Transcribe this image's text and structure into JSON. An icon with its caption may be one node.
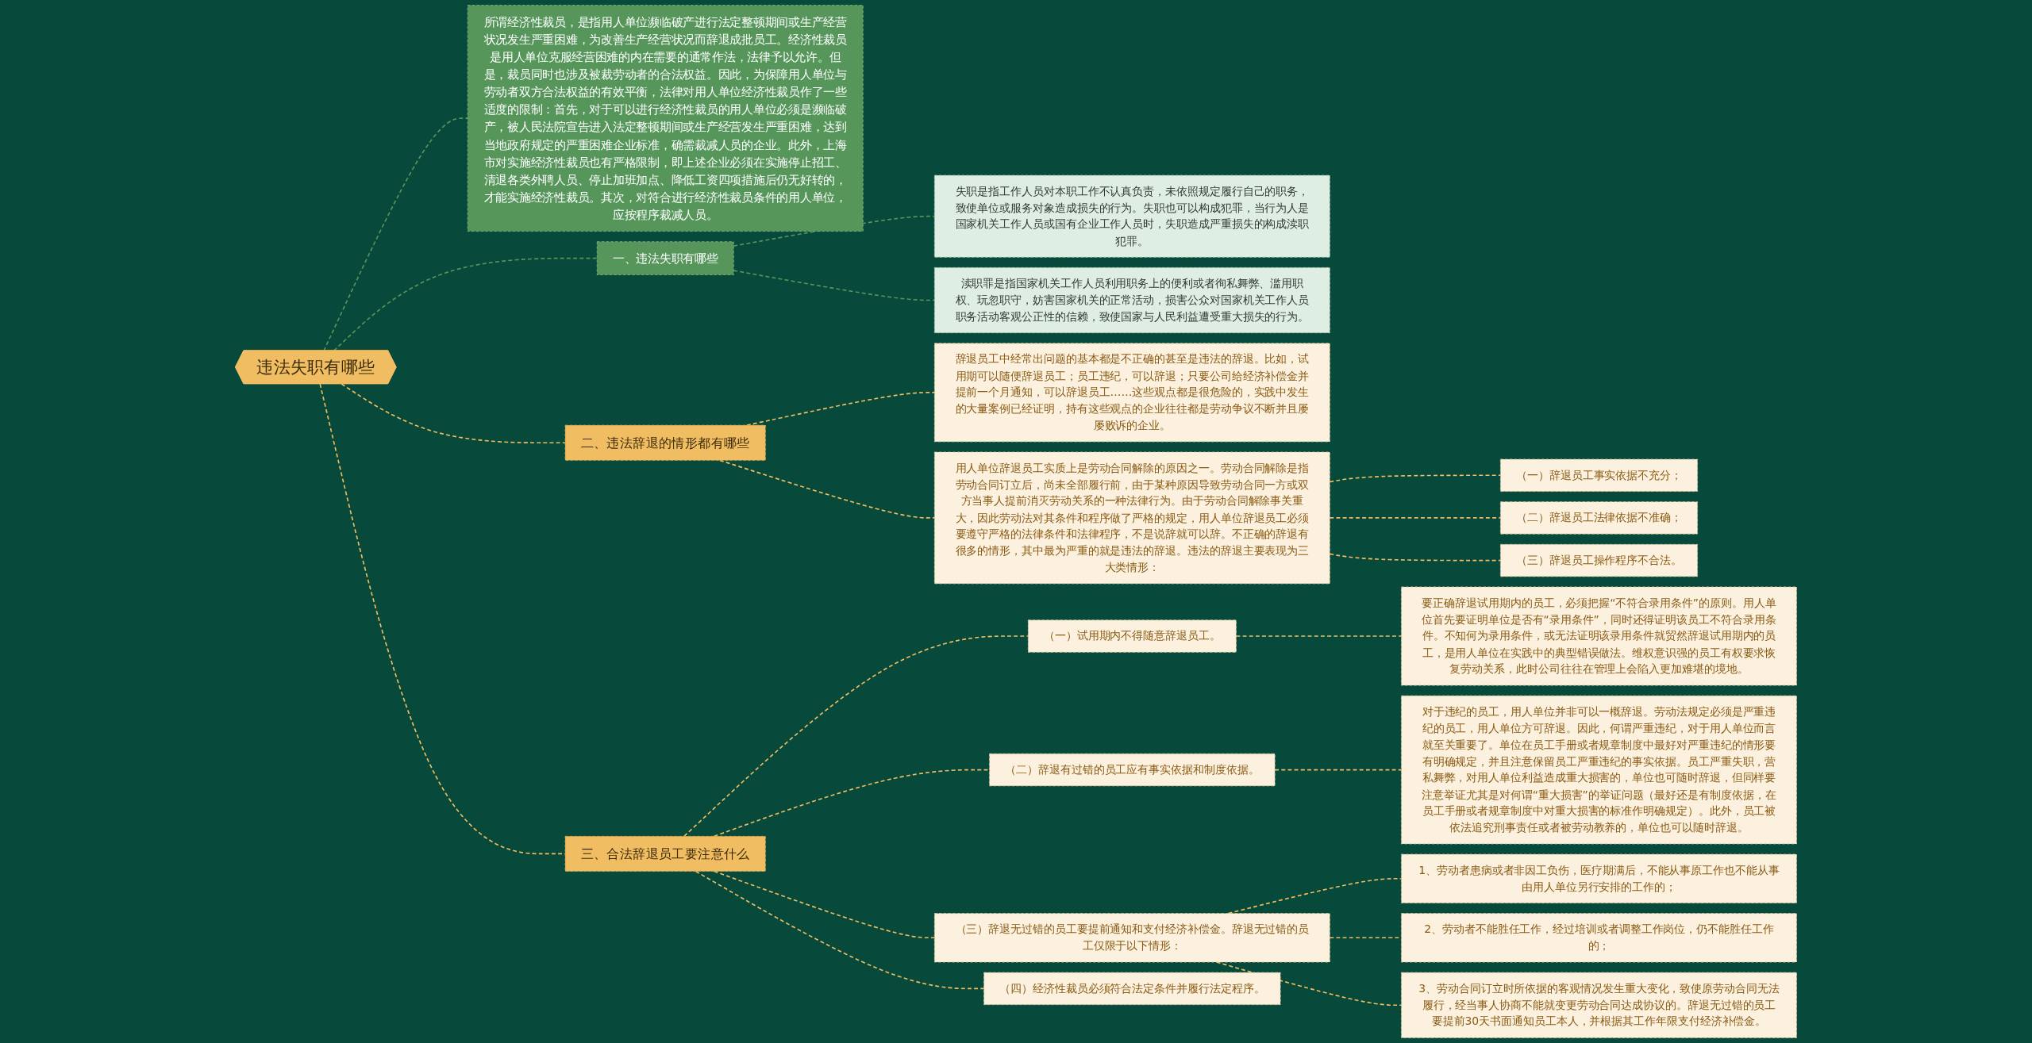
{
  "diagram": {
    "nodes": [
      {
        "text": [
          "违法失职有哪些"
        ]
      },
      {
        "text": [
          "一、违法失职有哪些"
        ]
      },
      {
        "text": [
          "失职是指工作人员对本职工作不认真负责，未依照规定履行自己的职务，致使单位或服务对象造成损失的行为。失职也可以构成犯罪，当行为人是国家机关工作人员或国有企业工作人员时，失职造成严重损失的构成渎职犯罪。"
        ]
      },
      {
        "text": [
          "渎职罪是指国家机关工作人员利用职务上的便利或者徇私舞弊、滥用职权、玩忽职守，妨害国家机关的正常活动，损害公众对国家机关工作人员职务活动客观公正性的信赖，致使国家与人民利益遭受重大损失的行为。"
        ]
      },
      {
        "text": [
          "二、违法辞退的情形都有哪些"
        ]
      },
      {
        "text": [
          "辞退员工中经常出问题的基本都是不正确的甚至是违法的辞退。比如，试用期可以随便辞退员工；员工违纪，可以辞退；只要公司给经济补偿金并提前一个月通知，可以辞退员工……这些观点都是很危险的，实践中发生的大量案例已经证明，持有这些观点的企业往往都是劳动争议不断并且屡屡败诉的企业。"
        ]
      },
      {
        "text": [
          "用人单位辞退员工实质上是劳动合同解除的原因之一。劳动合同解除是指劳动合同订立后，尚未全部履行前，由于某种原因导致劳动合同一方或双方当事人提前消灭劳动关系的一种法律行为。由于劳动合同解除事关重大，因此劳动法对其条件和程序做了严格的规定，用人单位辞退员工必须要遵守严格的法律条件和法律程序，不是说辞就可以辞。不正确的辞退有很多的情形，其中最为严重的就是违法的辞退。违法的辞退主要表现为三大类情形："
        ]
      },
      {
        "text": [
          "（一）辞退员工事实依据不充分；"
        ]
      },
      {
        "text": [
          "（二）辞退员工法律依据不准确；"
        ]
      },
      {
        "text": [
          "（三）辞退员工操作程序不合法。"
        ]
      },
      {
        "text": [
          "所谓经济性裁员，是指用人单位濒临破产进行法定整顿期间或生产经营状况发生严重困难，为改善生产经营状况而辞退成批员工。经济性裁员是用人单位克服经营困难的内在需要的通常作法，法律予以允许。但是，裁员同时也涉及被裁劳动者的合法权益。因此，为保障用人单位与劳动者双方合法权益的有效平衡，法律对用人单位经济性裁员作了一些适度的限制：首先，对于可以进行经济性裁员的用人单位必须是濒临破产，被人民法院宣告进入法定整顿期间或生产经营发生严重困难，达到当地政府规定的严重困难企业标准，确需裁减人员的企业。此外，上海市对实施经济性裁员也有严格限制，即上述企业必须在实施停止招工、清退各类外聘人员、停止加班加点、降低工资四项措施后仍无好转的，才能实施经济性裁员。其次，对符合进行经济性裁员条件的用人单位，应按程序裁减人员。"
        ]
      },
      {
        "text": [
          "三、合法辞退员工要注意什么"
        ]
      },
      {
        "text": [
          "（一）试用期内不得随意辞退员工。"
        ]
      },
      {
        "text": [
          "要正确辞退试用期内的员工，必须把握“不符合录用条件”的原则。用人单位首先要证明单位是否有“录用条件”，同时还得证明该员工不符合录用条件。不知何为录用条件，或无法证明该录用条件就贸然辞退试用期内的员工，是用人单位在实践中的典型错误做法。维权意识强的员工有权要求恢复劳动关系，此时公司往往在管理上会陷入更加难堪的境地。"
        ]
      },
      {
        "text": [
          "（二）辞退有过错的员工应有事实依据和制度依据。"
        ]
      },
      {
        "text": [
          "对于违纪的员工，用人单位并非可以一概辞退。劳动法规定必须是严重违纪的员工，用人单位方可辞退。因此，何谓严重违纪，对于用人单位而言就至关重要了。单位在员工手册或者规章制度中最好对严重违纪的情形要有明确规定，并且注意保留员工严重违纪的事实依据。员工严重失职，营私舞弊，对用人单位利益造成重大损害的，单位也可随时辞退，但同样要注意举证尤其是对何谓“重大损害”的举证问题（最好还是有制度依据，在员工手册或者规章制度中对重大损害的标准作明确规定）。此外，员工被依法追究刑事责任或者被劳动教养的，单位也可以随时辞退。"
        ]
      },
      {
        "text": [
          "（三）辞退无过错的员工要提前通知和支付经济补偿金。辞退无过错的员工仅限于以下情形："
        ]
      },
      {
        "text": [
          "1、劳动者患病或者非因工负伤，医疗期满后，不能从事原工作也不能从事由用人单位另行安排的工作的；"
        ]
      },
      {
        "text": [
          "2、劳动者不能胜任工作，经过培训或者调整工作岗位，仍不能胜任工作的；"
        ]
      },
      {
        "text": [
          "3、劳动合同订立时所依据的客观情况发生重大变化，致使原劳动合同无法履行，经当事人协商不能就变更劳动合同达成协议的。辞退无过错的员工要提前30天书面通知员工本人，并根据其工作年限支付经济补偿金。"
        ]
      },
      {
        "text": [
          "（四）经济性裁员必须符合法定条件并履行法定程序。"
        ]
      }
    ],
    "edges": [
      {
        "from": 0,
        "to": 1,
        "arrow": "none",
        "style": "dashed",
        "color": "#56965b"
      },
      {
        "from": 1,
        "to": 2,
        "arrow": "none",
        "style": "dashed",
        "color": "#56965b"
      },
      {
        "from": 1,
        "to": 3,
        "arrow": "none",
        "style": "dashed",
        "color": "#56965b"
      },
      {
        "from": 0,
        "to": 4,
        "arrow": "none",
        "style": "dashed"
      },
      {
        "from": 4,
        "to": 5,
        "arrow": "none",
        "style": "dashed"
      },
      {
        "from": 4,
        "to": 6,
        "arrow": "none",
        "style": "dashed"
      },
      {
        "from": 6,
        "to": 7,
        "arrow": "none",
        "style": "dashed"
      },
      {
        "from": 6,
        "to": 8,
        "arrow": "none",
        "style": "dashed"
      },
      {
        "from": 6,
        "to": 9,
        "arrow": "none",
        "style": "dashed"
      },
      {
        "from": 0,
        "to": 10,
        "arrow": "none",
        "style": "dashed",
        "color": "#56965b"
      },
      {
        "from": 0,
        "to": 11,
        "arrow": "none",
        "style": "dashed"
      },
      {
        "from": 11,
        "to": 12,
        "arrow": "none",
        "style": "dashed"
      },
      {
        "from": 12,
        "to": 13,
        "arrow": "none",
        "style": "dashed"
      },
      {
        "from": 11,
        "to": 14,
        "arrow": "none",
        "style": "dashed"
      },
      {
        "from": 14,
        "to": 15,
        "arrow": "none",
        "style": "dashed"
      },
      {
        "from": 11,
        "to": 16,
        "arrow": "none",
        "style": "dashed"
      },
      {
        "from": 16,
        "to": 17,
        "arrow": "none",
        "style": "dashed"
      },
      {
        "from": 16,
        "to": 18,
        "arrow": "none",
        "style": "dashed"
      },
      {
        "from": 16,
        "to": 19,
        "arrow": "none",
        "style": "dashed"
      },
      {
        "from": 11,
        "to": 20,
        "arrow": "none",
        "style": "dashed"
      }
    ]
  }
}
